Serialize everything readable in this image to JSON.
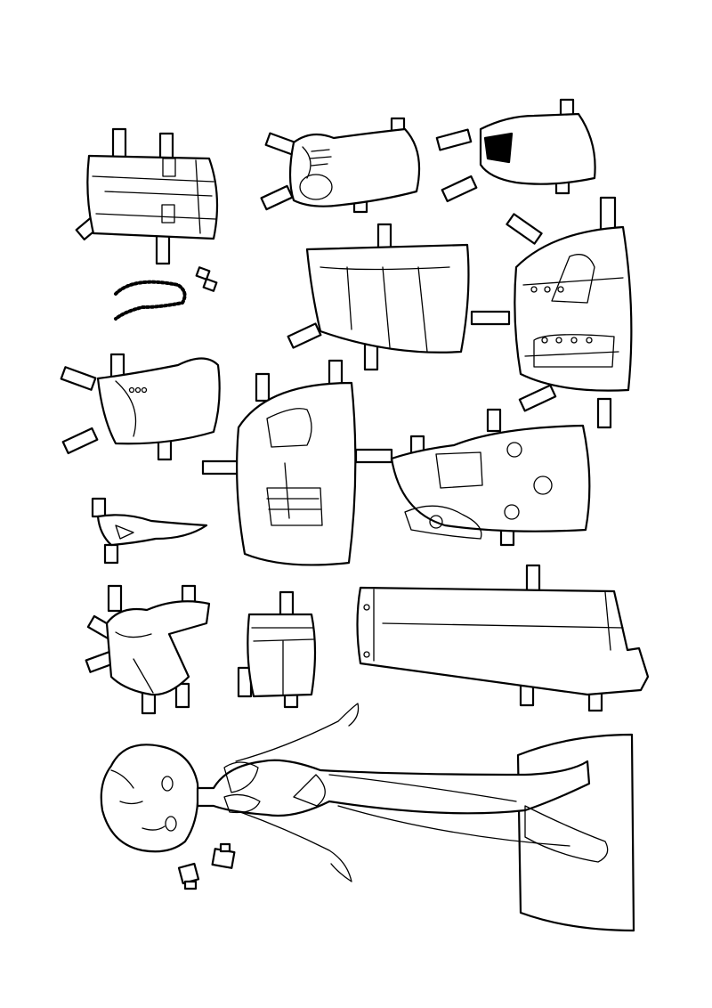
{
  "page": {
    "background": "#ffffff",
    "ink": "#000000"
  },
  "pieces": [
    "skirt-with-belt-tabs",
    "lace-camisole-top",
    "lace-trim-corset-top",
    "long-pleated-skirt",
    "dress-with-boots-and-studded-belt",
    "beaded-necklace",
    "sleeveless-button-top",
    "dress-with-sandal-and-boot",
    "flower-sundress",
    "bow-sash-accessory",
    "long-sleeve-jacket",
    "denim-shorts",
    "wide-leg-jeans",
    "paper-doll-figure",
    "hair-clips"
  ]
}
